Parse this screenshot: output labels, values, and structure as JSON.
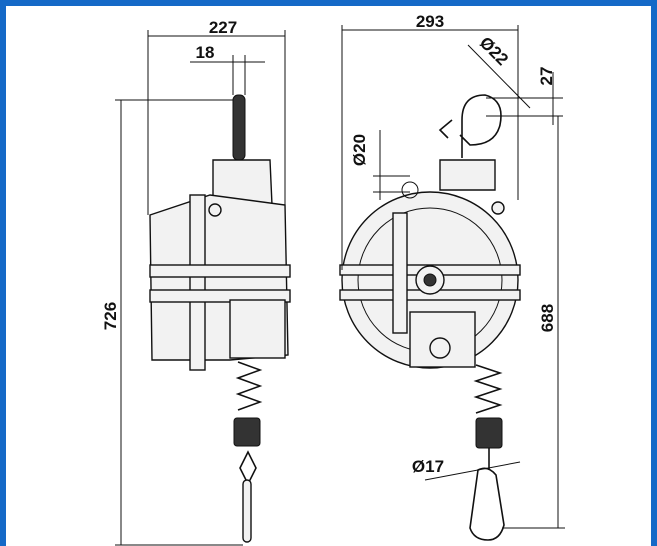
{
  "diagram": {
    "dimensions": {
      "side_width": "227",
      "hook_width": "18",
      "side_height": "726",
      "front_width": "293",
      "hook_diameter": "Ø22",
      "hook_offset": "27",
      "eye_diameter": "Ø20",
      "front_height": "688",
      "carabiner_diameter": "Ø17"
    }
  }
}
